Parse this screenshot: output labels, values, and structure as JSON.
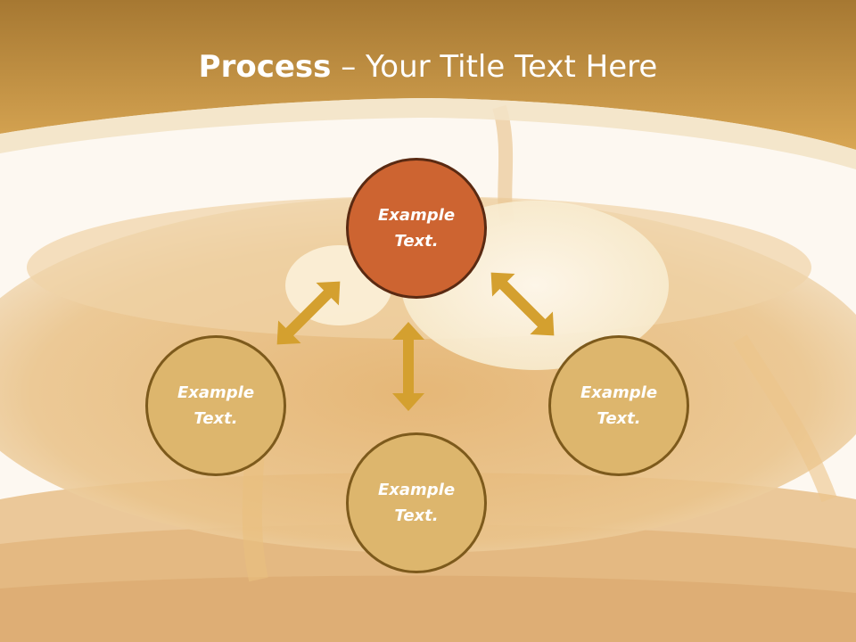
{
  "title": {
    "bold": "Process",
    "separator": " – ",
    "rest": "Your Title Text Here"
  },
  "colors": {
    "header_gold": "#c99745",
    "circle_gold": "#ddb66d",
    "circle_rust": "#cd6431",
    "arrow_gold": "#d4a02f"
  },
  "diagram": {
    "nodes": [
      {
        "line1": "Example",
        "line2": "Text."
      },
      {
        "line1": "Example",
        "line2": "Text."
      },
      {
        "line1": "Example",
        "line2": "Text."
      },
      {
        "line1": "Example",
        "line2": "Text."
      }
    ]
  }
}
